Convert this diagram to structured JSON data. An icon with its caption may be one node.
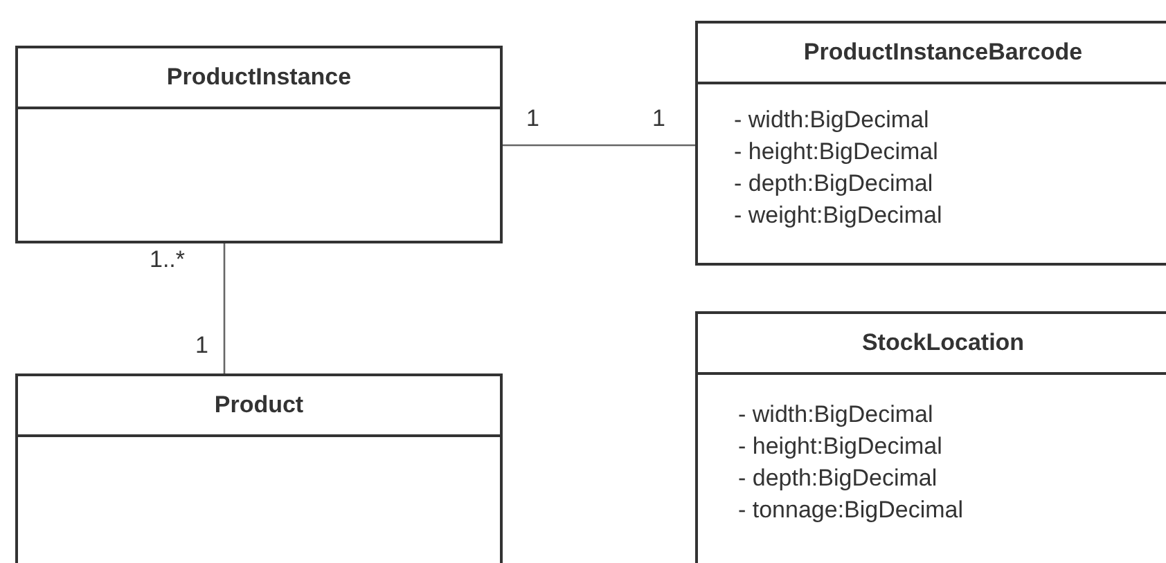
{
  "diagram": {
    "nodes": [
      {
        "text": [
          "ProductInstance"
        ]
      },
      {
        "text": [
          "ProductInstanceBarcode",
          "- width:BigDecimal",
          "- height:BigDecimal",
          "- depth:BigDecimal",
          "- weight:BigDecimal"
        ]
      },
      {
        "text": [
          "Product"
        ]
      },
      {
        "text": [
          "StockLocation",
          "- width:BigDecimal",
          "- height:BigDecimal",
          "- depth:BigDecimal",
          "- tonnage:BigDecimal"
        ]
      }
    ],
    "edges": [
      {
        "from": 0,
        "to": 1,
        "arrow": "none"
      },
      {
        "from": 0,
        "to": 2,
        "arrow": "none"
      }
    ],
    "labels": [
      "1",
      "1",
      "1..*",
      "1"
    ]
  }
}
